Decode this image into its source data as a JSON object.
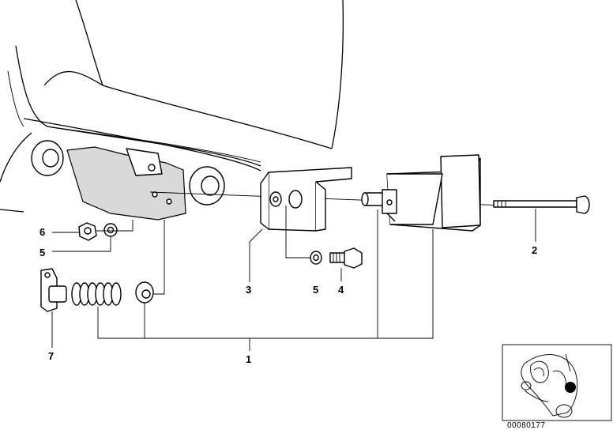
{
  "callouts": {
    "c1": "1",
    "c2": "2",
    "c3": "3",
    "c4": "4",
    "c5a": "5",
    "c5b": "5",
    "c6": "6",
    "c7": "7"
  },
  "reference_number": "00080177",
  "colors": {
    "line": "#000000",
    "background": "#ffffff",
    "shade": "#d9d9d9",
    "marker": "#000000"
  }
}
